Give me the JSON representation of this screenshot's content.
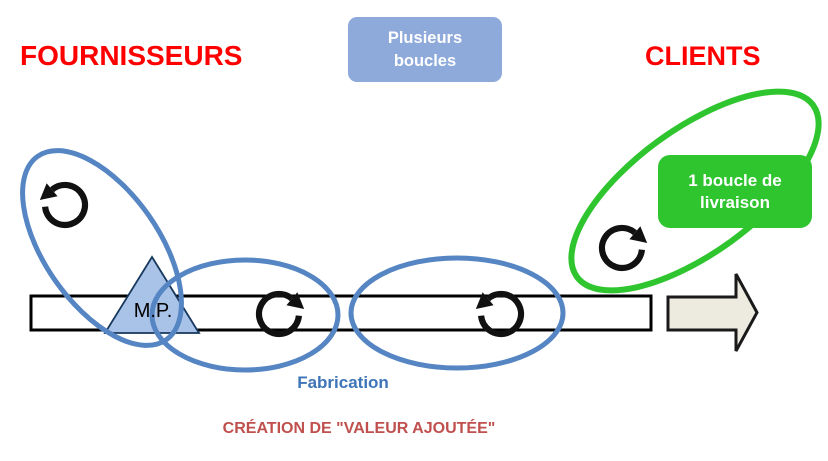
{
  "header": {
    "suppliers": "FOURNISSEURS",
    "clients": "CLIENTS"
  },
  "callouts": {
    "multi_loop": {
      "line1": "Plusieurs",
      "line2": "boucles"
    },
    "delivery_loop": {
      "line1": "1 boucle de",
      "line2": "livraison"
    }
  },
  "flow": {
    "raw_materials": "M.P.",
    "fabrication": "Fabrication",
    "value_creation": "CRÉATION DE \"VALEUR AJOUTÉE\""
  },
  "icons": {
    "loop_arrow_clockwise": "circular-arrow-clockwise",
    "loop_arrow_counterclockwise": "circular-arrow-counterclockwise",
    "flow_arrow": "right-block-arrow"
  },
  "colors": {
    "title_red": "#FF0000",
    "loop_blue": "#5585C2",
    "multi_loop_box_blue": "#8EAADB",
    "delivery_green": "#2FC52F",
    "fabrication_blue": "#3E74B8",
    "value_creation_red": "#C0504D",
    "block_arrow_fill": "#EDEBE0",
    "triangle_fill": "#A9C3E8",
    "loop_arrow_black": "#111111"
  }
}
